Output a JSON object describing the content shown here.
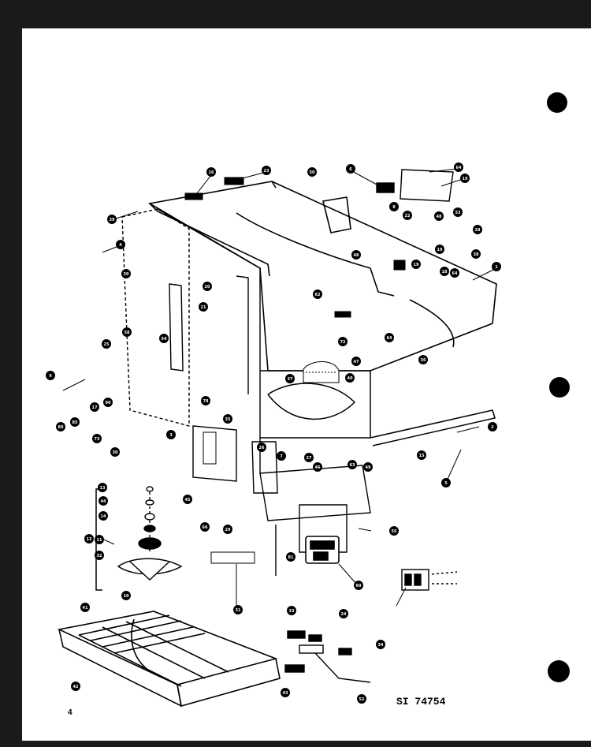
{
  "drawing": {
    "reference_code": "SI 74754",
    "page_number": "4"
  },
  "callouts": [
    {
      "id": "c16",
      "text": "16"
    },
    {
      "id": "c23",
      "text": "23"
    },
    {
      "id": "c50",
      "text": "50"
    },
    {
      "id": "c6",
      "text": "6"
    },
    {
      "id": "c64a",
      "text": "64"
    },
    {
      "id": "c19a",
      "text": "19"
    },
    {
      "id": "c8",
      "text": "8"
    },
    {
      "id": "c22",
      "text": "22"
    },
    {
      "id": "c48a",
      "text": "48"
    },
    {
      "id": "c53",
      "text": "53"
    },
    {
      "id": "c39",
      "text": "39"
    },
    {
      "id": "c28",
      "text": "28"
    },
    {
      "id": "c4",
      "text": "4"
    },
    {
      "id": "c38",
      "text": "38"
    },
    {
      "id": "c19b",
      "text": "19"
    },
    {
      "id": "c19c",
      "text": "19"
    },
    {
      "id": "c48b",
      "text": "48"
    },
    {
      "id": "c18",
      "text": "18"
    },
    {
      "id": "c64b",
      "text": "64"
    },
    {
      "id": "c1",
      "text": "1"
    },
    {
      "id": "c62",
      "text": "62"
    },
    {
      "id": "c20",
      "text": "20"
    },
    {
      "id": "c30a",
      "text": "30"
    },
    {
      "id": "c21",
      "text": "21"
    },
    {
      "id": "c72",
      "text": "72"
    },
    {
      "id": "c64c",
      "text": "64"
    },
    {
      "id": "c36",
      "text": "36"
    },
    {
      "id": "c25",
      "text": "25"
    },
    {
      "id": "c58",
      "text": "58"
    },
    {
      "id": "c54",
      "text": "54"
    },
    {
      "id": "c47",
      "text": "47"
    },
    {
      "id": "c40",
      "text": "40"
    },
    {
      "id": "c37",
      "text": "37"
    },
    {
      "id": "c9",
      "text": "9"
    },
    {
      "id": "c80",
      "text": "80"
    },
    {
      "id": "c85",
      "text": "85"
    },
    {
      "id": "c17",
      "text": "17"
    },
    {
      "id": "c90",
      "text": "90"
    },
    {
      "id": "c73",
      "text": "73"
    },
    {
      "id": "c30b",
      "text": "30"
    },
    {
      "id": "c3",
      "text": "3"
    },
    {
      "id": "c7",
      "text": "7"
    },
    {
      "id": "c15",
      "text": "15"
    },
    {
      "id": "c2",
      "text": "2"
    },
    {
      "id": "c5",
      "text": "5"
    },
    {
      "id": "c13",
      "text": "13"
    },
    {
      "id": "c44",
      "text": "44"
    },
    {
      "id": "c14",
      "text": "14"
    },
    {
      "id": "c11",
      "text": "11"
    },
    {
      "id": "c32",
      "text": "32"
    },
    {
      "id": "c10",
      "text": "10"
    },
    {
      "id": "c12",
      "text": "12"
    },
    {
      "id": "c45",
      "text": "45"
    },
    {
      "id": "c66",
      "text": "66"
    },
    {
      "id": "c29",
      "text": "29"
    },
    {
      "id": "c26",
      "text": "26"
    },
    {
      "id": "c27",
      "text": "27"
    },
    {
      "id": "c63",
      "text": "63"
    },
    {
      "id": "c49",
      "text": "49"
    },
    {
      "id": "c46",
      "text": "46"
    },
    {
      "id": "c55",
      "text": "55"
    },
    {
      "id": "c81",
      "text": "81"
    },
    {
      "id": "c60",
      "text": "60"
    },
    {
      "id": "c78",
      "text": "78"
    },
    {
      "id": "c35",
      "text": "35"
    },
    {
      "id": "c31",
      "text": "31"
    },
    {
      "id": "c33",
      "text": "33"
    },
    {
      "id": "c34",
      "text": "34"
    },
    {
      "id": "c24",
      "text": "24"
    },
    {
      "id": "c41",
      "text": "41"
    },
    {
      "id": "c42",
      "text": "42"
    },
    {
      "id": "c52",
      "text": "52"
    },
    {
      "id": "c43",
      "text": "43"
    }
  ]
}
